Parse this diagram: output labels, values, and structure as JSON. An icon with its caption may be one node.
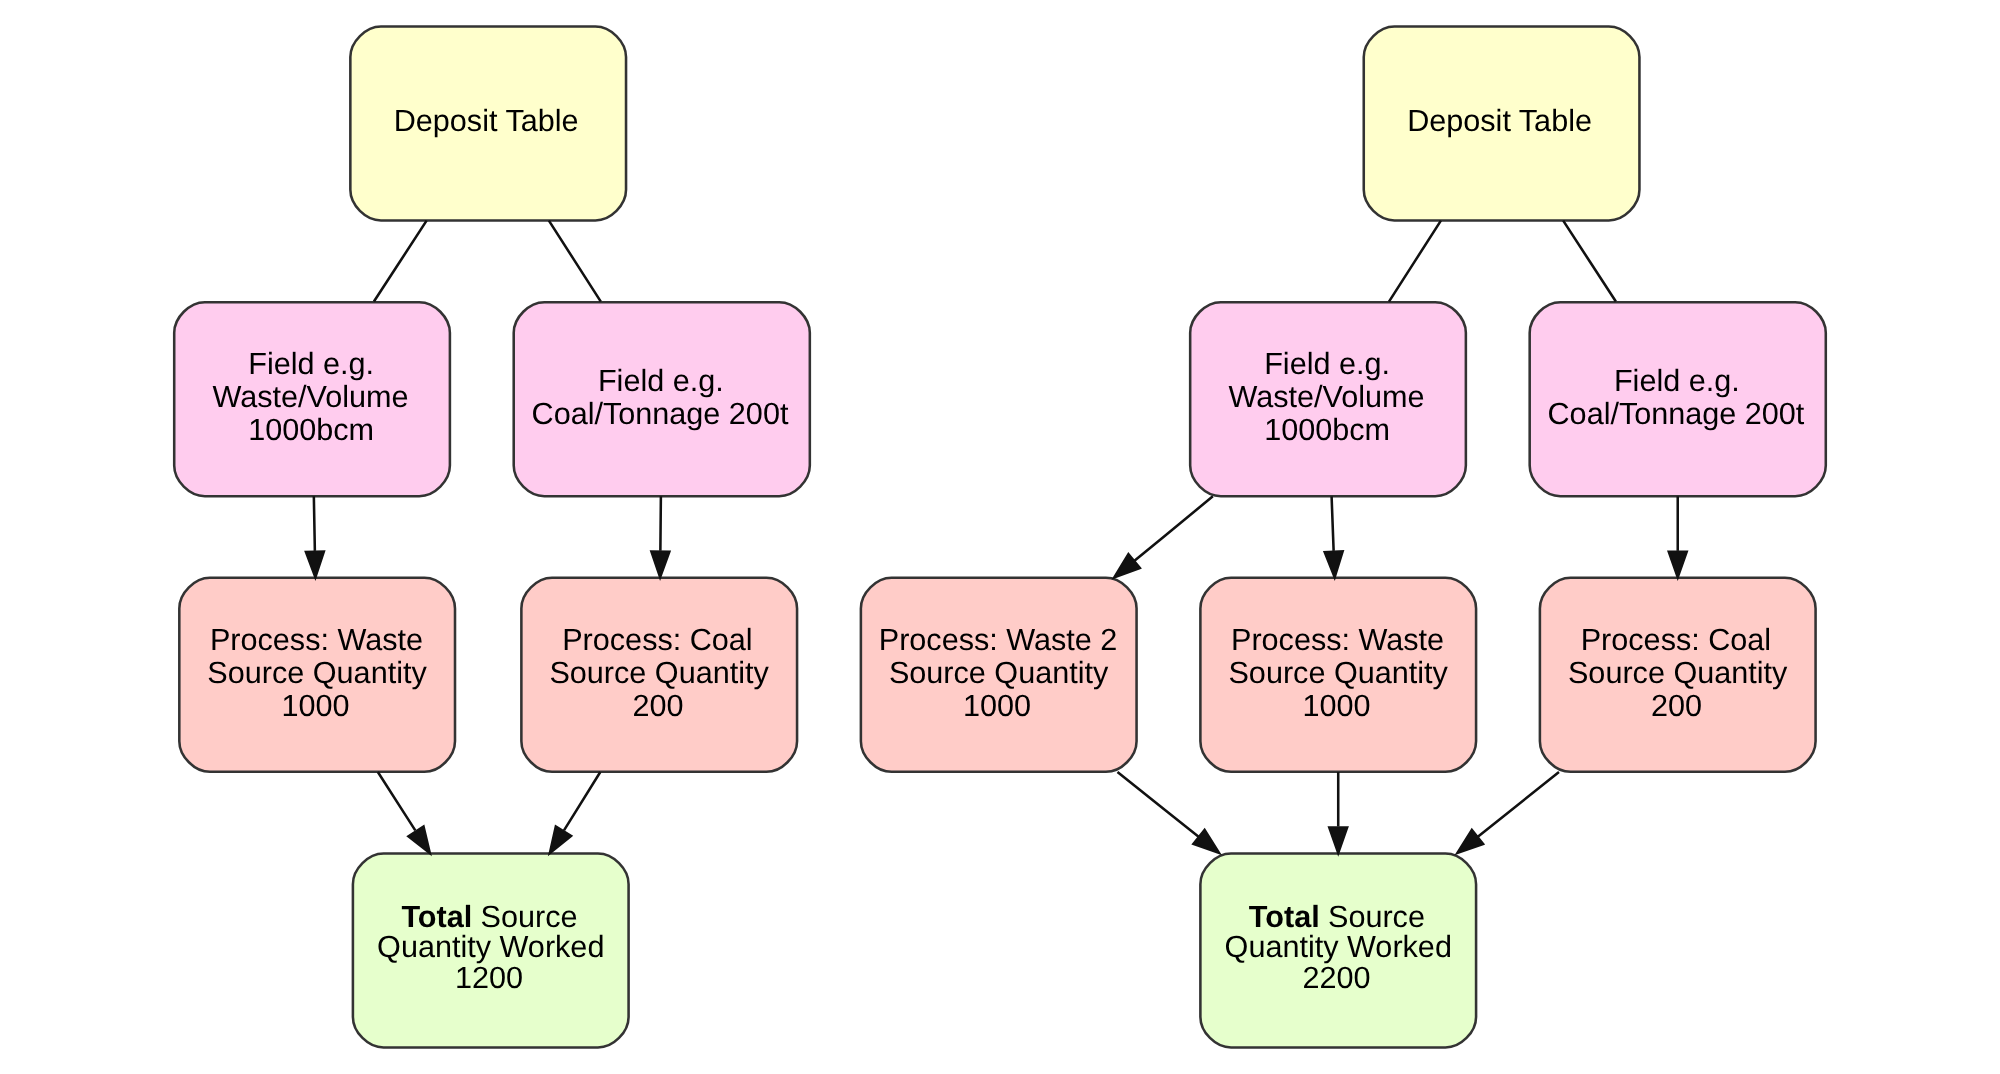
{
  "diagram": {
    "nodes": [
      {
        "text": [
          "Deposit Table"
        ]
      },
      {
        "text": [
          "Field e.g. Waste/Volume 1000bcm"
        ]
      },
      {
        "text": [
          "Field e.g. Coal/Tonnage 200t"
        ]
      },
      {
        "text": [
          "Process: Waste Source Quantity 1000"
        ]
      },
      {
        "text": [
          "Process: Coal Source Quantity 200"
        ]
      },
      {
        "text": [
          "**Total** Source Quantity Worked 1200"
        ]
      },
      {
        "text": [
          "Deposit Table"
        ]
      },
      {
        "text": [
          "Field e.g. Waste/Volume 1000bcm"
        ]
      },
      {
        "text": [
          "Field e.g. Coal/Tonnage 200t"
        ]
      },
      {
        "text": [
          "Process: Waste 2 Source Quantity 1000"
        ]
      },
      {
        "text": [
          "Process: Waste Source Quantity 1000"
        ]
      },
      {
        "text": [
          "Process: Coal Source Quantity 200"
        ]
      },
      {
        "text": [
          "**Total** Source Quantity Worked 2200"
        ]
      }
    ],
    "edges": [
      {
        "from": 0,
        "to": 1,
        "arrow": "none"
      },
      {
        "from": 0,
        "to": 2,
        "arrow": "none"
      },
      {
        "from": 1,
        "to": 3,
        "arrow": "to"
      },
      {
        "from": 2,
        "to": 4,
        "arrow": "to"
      },
      {
        "from": 3,
        "to": 5,
        "arrow": "to"
      },
      {
        "from": 4,
        "to": 5,
        "arrow": "to"
      },
      {
        "from": 6,
        "to": 7,
        "arrow": "none"
      },
      {
        "from": 6,
        "to": 8,
        "arrow": "none"
      },
      {
        "from": 7,
        "to": 9,
        "arrow": "to"
      },
      {
        "from": 7,
        "to": 10,
        "arrow": "to"
      },
      {
        "from": 8,
        "to": 11,
        "arrow": "to"
      },
      {
        "from": 9,
        "to": 12,
        "arrow": "to"
      },
      {
        "from": 10,
        "to": 12,
        "arrow": "to"
      },
      {
        "from": 11,
        "to": 12,
        "arrow": "to"
      }
    ]
  }
}
